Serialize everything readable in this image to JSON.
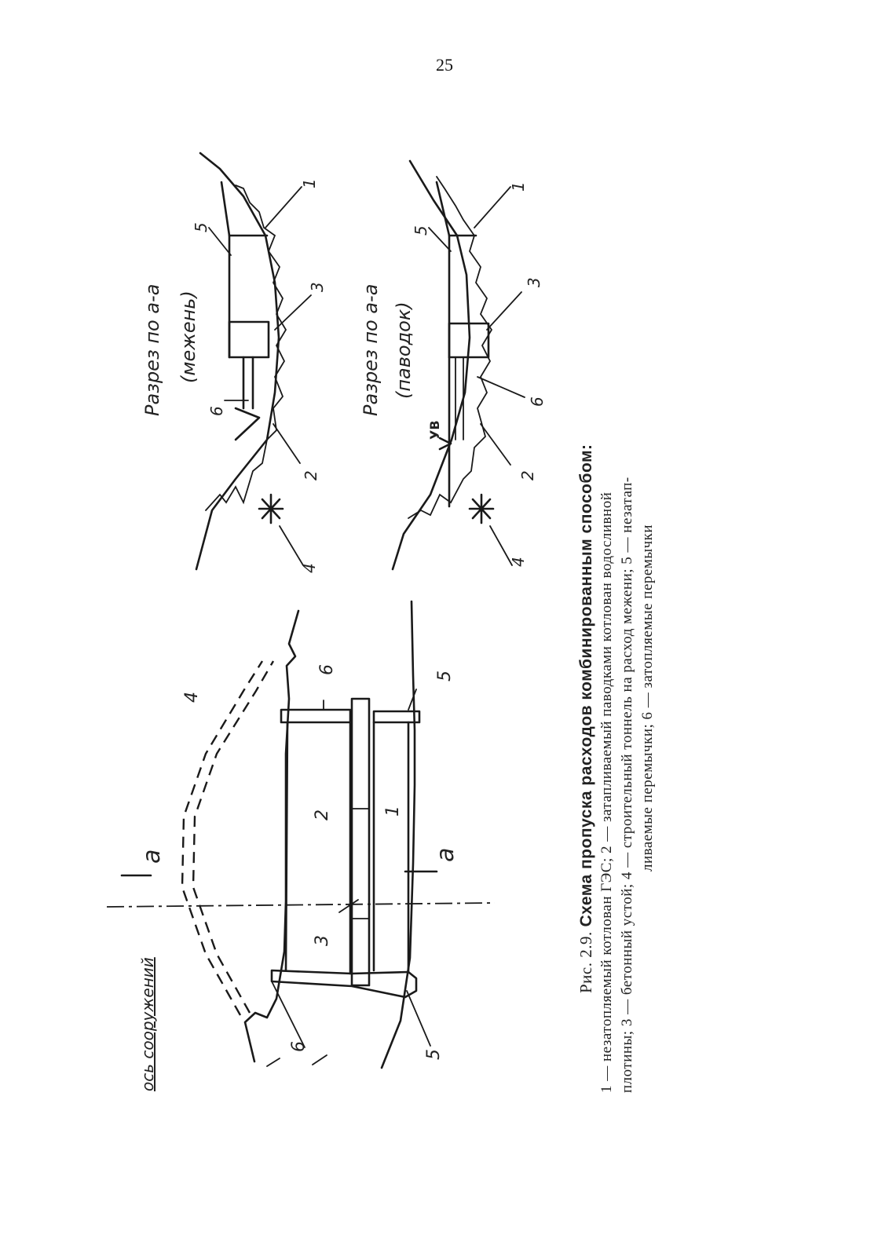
{
  "page": {
    "number": "25"
  },
  "caption": {
    "title_prefix": "Рис. 2.9.",
    "title": "Схема пропуска расходов комбинированным способом:",
    "lines": [
      "1 — незатопляемый котлован ГЭС; 2 — затапливаемый паводками котлован водосливной",
      "плотины; 3 — бетонный устой; 4 — строительный тоннель на расход межени; 5 — незатап-",
      "ливаемые перемычки; 6 — затопляемые перемычки"
    ]
  },
  "plan": {
    "axis_label": "ось сооружений",
    "section_mark_top": "а",
    "section_mark_bottom": "а",
    "labels": [
      "1",
      "2",
      "3",
      "4",
      "5",
      "5",
      "6",
      "6"
    ]
  },
  "section_low": {
    "title": "Разрез по а-а",
    "subtitle": "(межень)",
    "labels": [
      "1",
      "2",
      "3",
      "4",
      "5",
      "6"
    ]
  },
  "section_flood": {
    "title": "Разрез по а-а",
    "subtitle": "(паводок)",
    "water_level": "УВ",
    "labels": [
      "1",
      "2",
      "3",
      "4",
      "5",
      "6"
    ]
  }
}
